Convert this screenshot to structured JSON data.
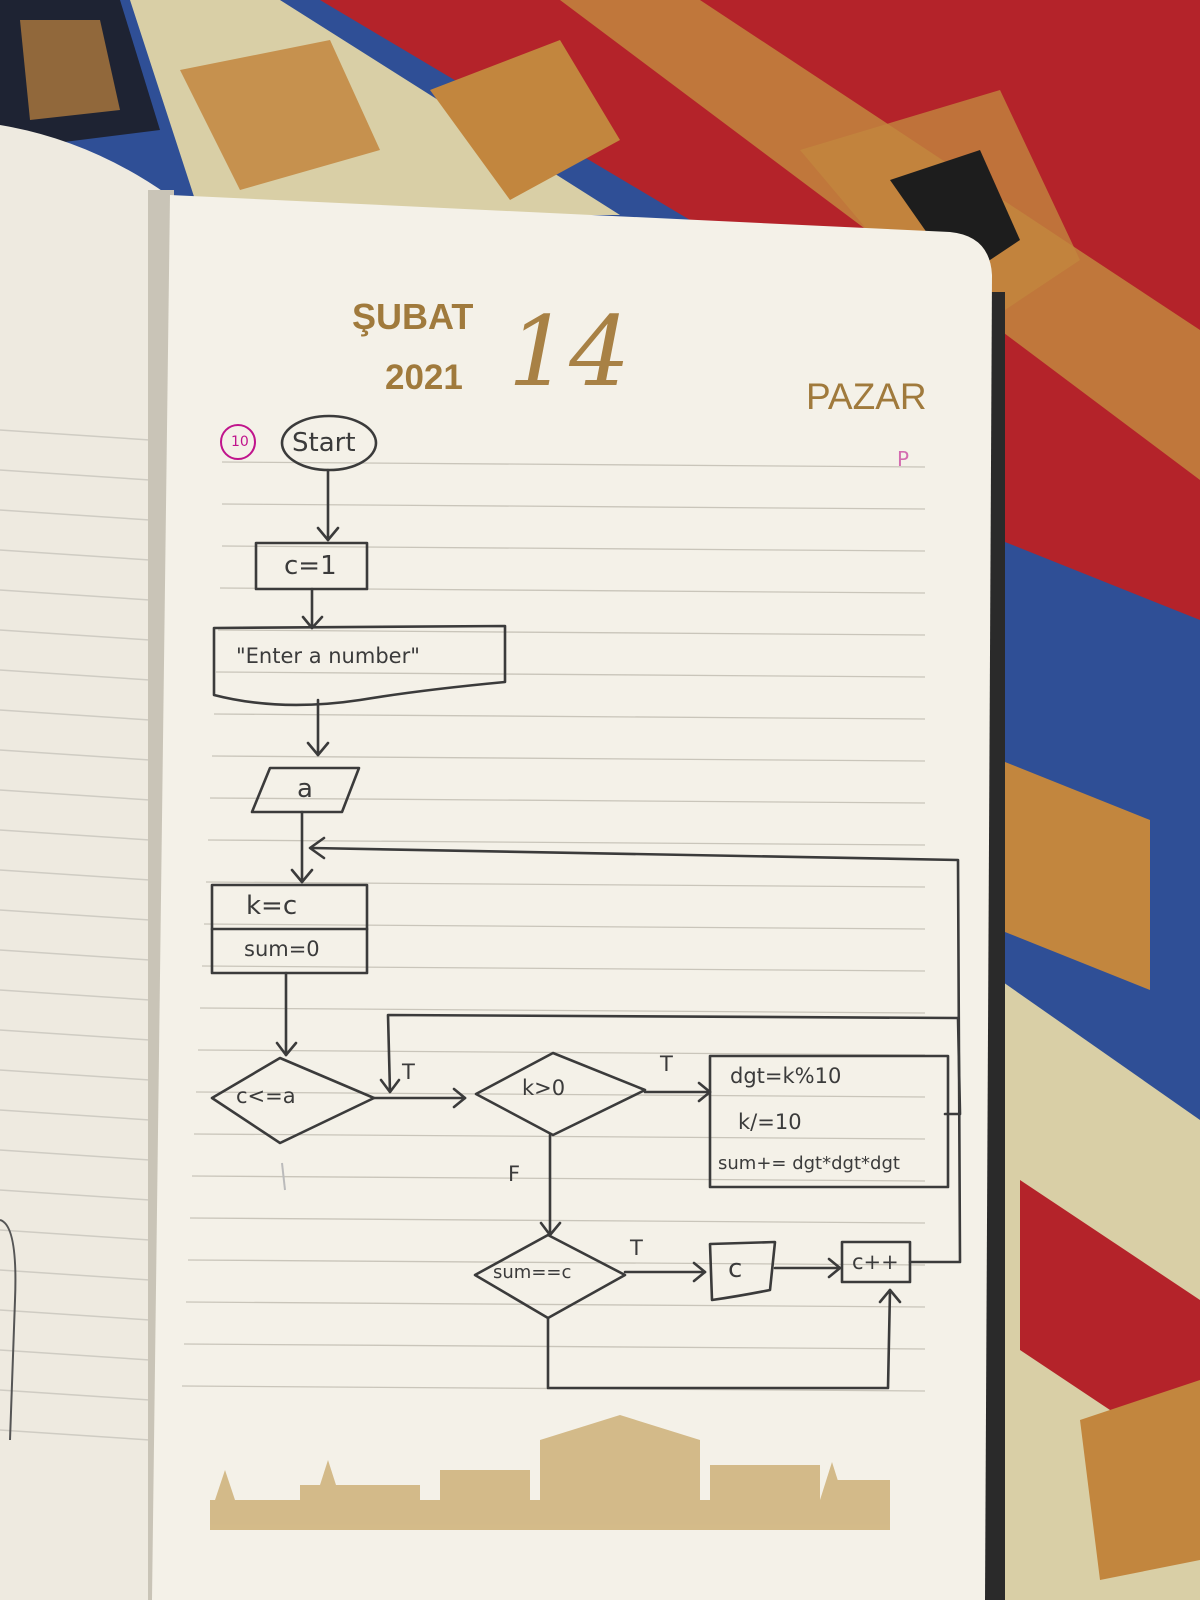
{
  "header": {
    "month": "ŞUBAT",
    "year": "2021",
    "day_number": "14",
    "day_name": "PAZAR"
  },
  "flowchart": {
    "margin_note": "10",
    "corner_mark": "P",
    "start": "Start",
    "init": "c=1",
    "prompt": "\"Enter a number\"",
    "input": "a",
    "reset_k": "k=c",
    "reset_sum": "sum=0",
    "cond_outer": "c<=a",
    "cond_inner": "k>0",
    "body_line1": "dgt=k%10",
    "body_line2": "k/=10",
    "body_line3": "sum+= dgt*dgt*dgt",
    "cond_check": "sum==c",
    "output": "c",
    "increment": "c++",
    "label_true_outer": "T",
    "label_true_inner": "T",
    "label_false_inner": "F",
    "label_true_check": "T"
  },
  "colors": {
    "rug_red": "#b4232a",
    "rug_blue": "#2f4f96",
    "rug_gold": "#c2863e",
    "paper": "#f4f1e8",
    "ink": "#3b3b3b",
    "gold_print": "#a07a3c",
    "magenta": "#c0148c"
  }
}
